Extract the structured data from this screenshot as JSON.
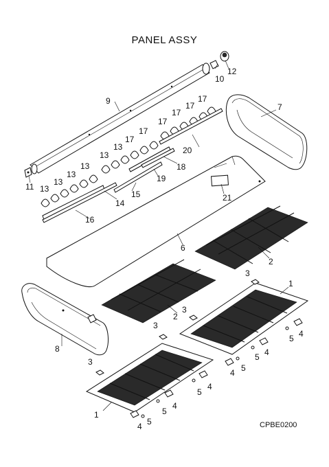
{
  "title": "PANEL ASSY",
  "drawing_code": "CPBE0200",
  "callouts": {
    "c1": "1",
    "c2": "2",
    "c3": "3",
    "c4": "4",
    "c5": "5",
    "c6": "6",
    "c7": "7",
    "c8": "8",
    "c9": "9",
    "c10": "10",
    "c11": "11",
    "c12": "12",
    "c13": "13",
    "c14": "14",
    "c15": "15",
    "c16": "16",
    "c17": "17",
    "c18": "18",
    "c19": "19",
    "c20": "20",
    "c21": "21"
  }
}
